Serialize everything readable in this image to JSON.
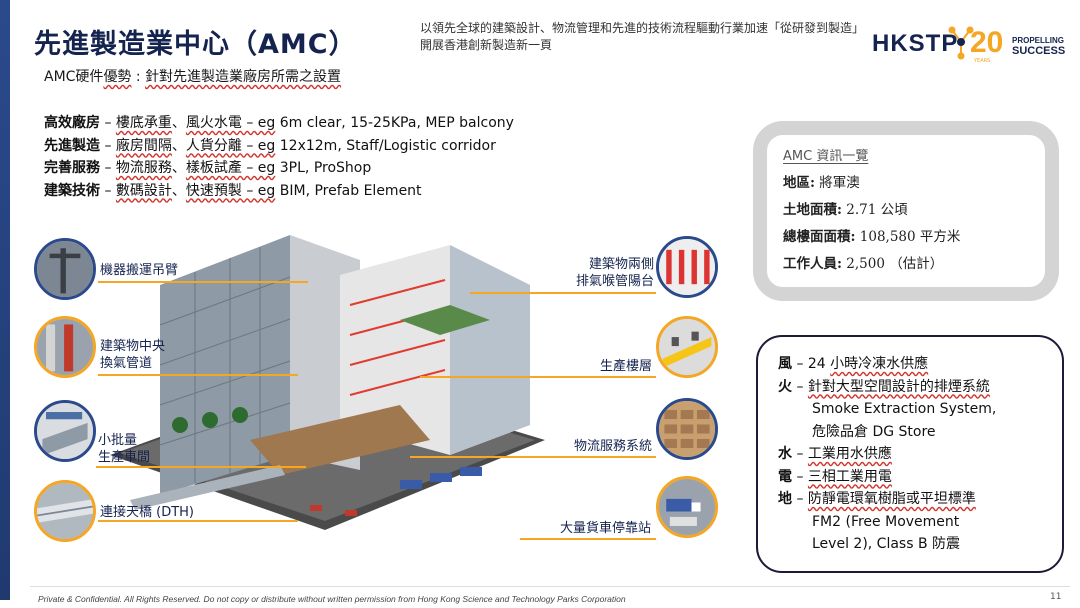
{
  "header": {
    "title": "先進製造業中心（AMC）",
    "tagline_line1": "以領先全球的建築設計、物流管理和先進的技術流程驅動行業加速「從研發到製造」",
    "tagline_line2": "開展香港創新製造新一頁"
  },
  "logo": {
    "brand": "HKSTP",
    "anniversary": "20",
    "years": "YEARS",
    "slogan_line1": "PROPELLING",
    "slogan_line2": "SUCCESS"
  },
  "subtitle": {
    "prefix": "AMC硬件",
    "emph": "優勢",
    "mid": " : ",
    "rest": "針對先進製造業廠房所需之設置"
  },
  "features": [
    {
      "key": "高效廠房",
      "sep": " – ",
      "desc1": "樓底承重",
      "sep2": "、",
      "desc2": "風火水電",
      "tail_eg": " – eg",
      "tail": " 6m clear, 15-25KPa, MEP balcony"
    },
    {
      "key": "先進製造",
      "sep": " – ",
      "desc1": "廠房間隔",
      "sep2": "、",
      "desc2": "人貨分離",
      "tail_eg": " – eg",
      "tail": " 12x12m, Staff/Logistic corridor"
    },
    {
      "key": "完善服務",
      "sep": " – ",
      "desc1": "物流服務",
      "sep2": "、",
      "desc2": "樣板試產",
      "tail_eg": " – eg",
      "tail": " 3PL, ProShop"
    },
    {
      "key": "建築技術",
      "sep": " – ",
      "desc1": "數碼設計",
      "sep2": "、",
      "desc2": "快速預製",
      "tail_eg": " – eg",
      "tail": " BIM, Prefab Element"
    }
  ],
  "info_box": {
    "title": "AMC 資訊一覽",
    "rows": [
      {
        "label": "地區:",
        "value": " 將軍澳"
      },
      {
        "label": "土地面積:",
        "value": " 2.71 公頃"
      },
      {
        "label": "總樓面面積:",
        "value": " 108,580 平方米"
      },
      {
        "label": "工作人員:",
        "value": " 2,500 （估計）"
      }
    ]
  },
  "utilities": {
    "wind_key": "風",
    "wind_sep": " – 24 ",
    "wind_val": "小時冷凍水供應",
    "fire_key": "火",
    "fire_sep": " – ",
    "fire_val": "針對大型空間設計的排煙系統",
    "fire_line2": "Smoke Extraction System,",
    "fire_line3": "危險品倉 DG Store",
    "water_key": "水",
    "water_sep": " – ",
    "water_val": "工業用水供應",
    "power_key": "電",
    "power_sep": " – ",
    "power_val": "三相工業用電",
    "floor_key": "地",
    "floor_sep": " – ",
    "floor_val": "防靜電環氧樹脂或平坦標準",
    "floor_line2": "FM2 (Free Movement",
    "floor_line3": "Level 2), Class B 防震"
  },
  "callouts": {
    "crane": "機器搬運吊臂",
    "ventilation_1": "建築物中央",
    "ventilation_2": "換氣管道",
    "batch_1": "小批量",
    "batch_2": "生產車間",
    "bridge": "連接天橋 (DTH)",
    "exhaust_1": "建築物兩側",
    "exhaust_2": "排氣喉管陽台",
    "floor": "生產樓層",
    "logistics": "物流服務系統",
    "truck": "大量貨車停靠站"
  },
  "footer": {
    "notice": "Private & Confidential.  All Rights Reserved.  Do not copy or distribute without written permission from Hong Kong Science and Technology Parks Corporation",
    "page": "11"
  },
  "colors": {
    "accent": "#f5a623",
    "navy": "#15234f",
    "box_grey": "#d4d4d4"
  }
}
